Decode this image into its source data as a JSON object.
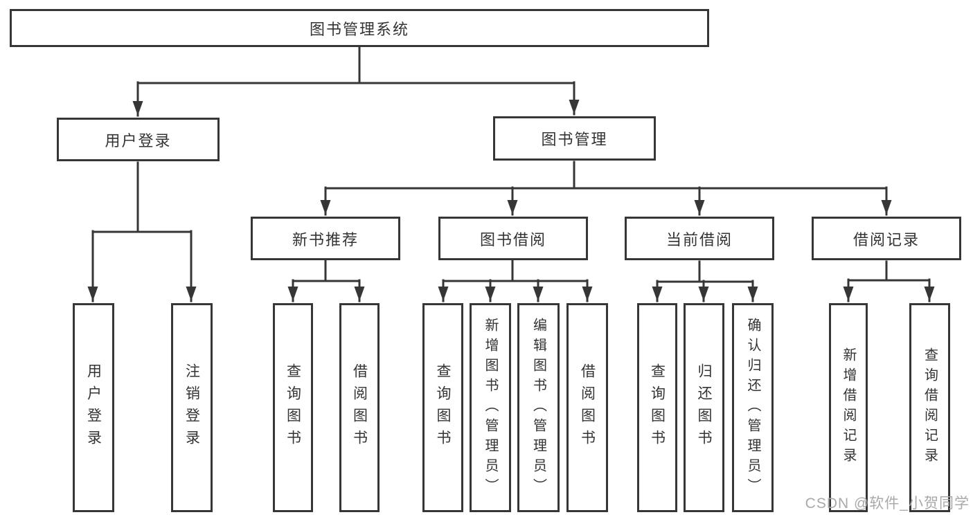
{
  "diagram": {
    "type": "tree-structure-diagram",
    "colors": {
      "line": "#363636",
      "box_border": "#363636",
      "text": "#333333",
      "background": "#ffffff",
      "watermark": "#a9a9a9"
    },
    "tree": {
      "label": "图书管理系统",
      "children": [
        {
          "label": "用户登录",
          "children": [
            {
              "label": "用户登录"
            },
            {
              "label": "注销登录"
            }
          ]
        },
        {
          "label": "图书管理",
          "children": [
            {
              "label": "新书推荐",
              "children": [
                {
                  "label": "查询图书"
                },
                {
                  "label": "借阅图书"
                }
              ]
            },
            {
              "label": "图书借阅",
              "children": [
                {
                  "label": "查询图书"
                },
                {
                  "label": "新增图书（管理员）"
                },
                {
                  "label": "编辑图书（管理员）"
                },
                {
                  "label": "借阅图书"
                }
              ]
            },
            {
              "label": "当前借阅",
              "children": [
                {
                  "label": "查询图书"
                },
                {
                  "label": "归还图书"
                },
                {
                  "label": "确认归还（管理员）"
                }
              ]
            },
            {
              "label": "借阅记录",
              "children": [
                {
                  "label": "新增借阅记录"
                },
                {
                  "label": "查询借阅记录"
                }
              ]
            }
          ]
        }
      ]
    },
    "watermark": {
      "text": "CSDN @软件_小贺同学"
    }
  }
}
